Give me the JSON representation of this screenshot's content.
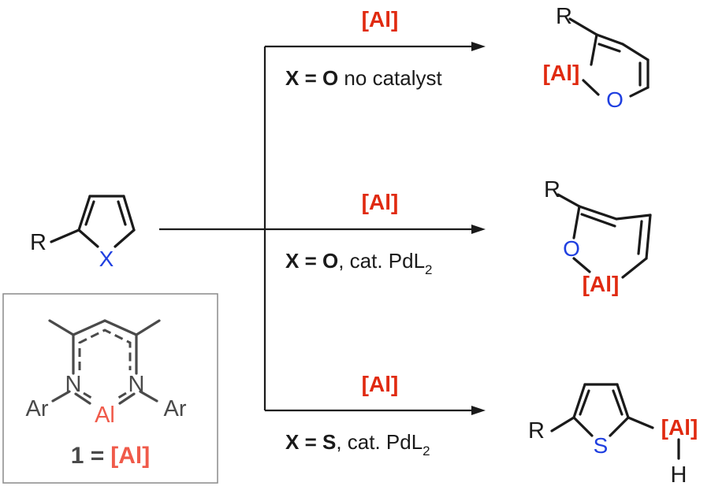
{
  "colors": {
    "al_red": "#e02a10",
    "al_salmon": "#f05a4a",
    "heteroatom_blue": "#1f3fe0",
    "bond": "#1a1a1a",
    "box_border": "#8a8a8a"
  },
  "reactant": {
    "r": "R",
    "x": "X"
  },
  "reagent_box": {
    "ar_left": "Ar",
    "ar_right": "Ar",
    "n_left": "N",
    "n_right": "N",
    "al": "Al",
    "caption_prefix": "1 =",
    "caption_al": "[Al]"
  },
  "reactions": [
    {
      "reagent": "[Al]",
      "cond_bold": "X = O",
      "cond_rest": " no catalyst",
      "cond_sub": "",
      "product": {
        "r": "R",
        "al": "[Al]",
        "het": "O"
      }
    },
    {
      "reagent": "[Al]",
      "cond_bold": "X = O",
      "cond_rest": ", cat. PdL",
      "cond_sub": "2",
      "product": {
        "r": "R",
        "al": "[Al]",
        "het": "O"
      }
    },
    {
      "reagent": "[Al]",
      "cond_bold": "X = S",
      "cond_rest": ", cat. PdL",
      "cond_sub": "2",
      "product": {
        "r": "R",
        "al": "[Al]",
        "het": "S",
        "h": "H"
      }
    }
  ]
}
